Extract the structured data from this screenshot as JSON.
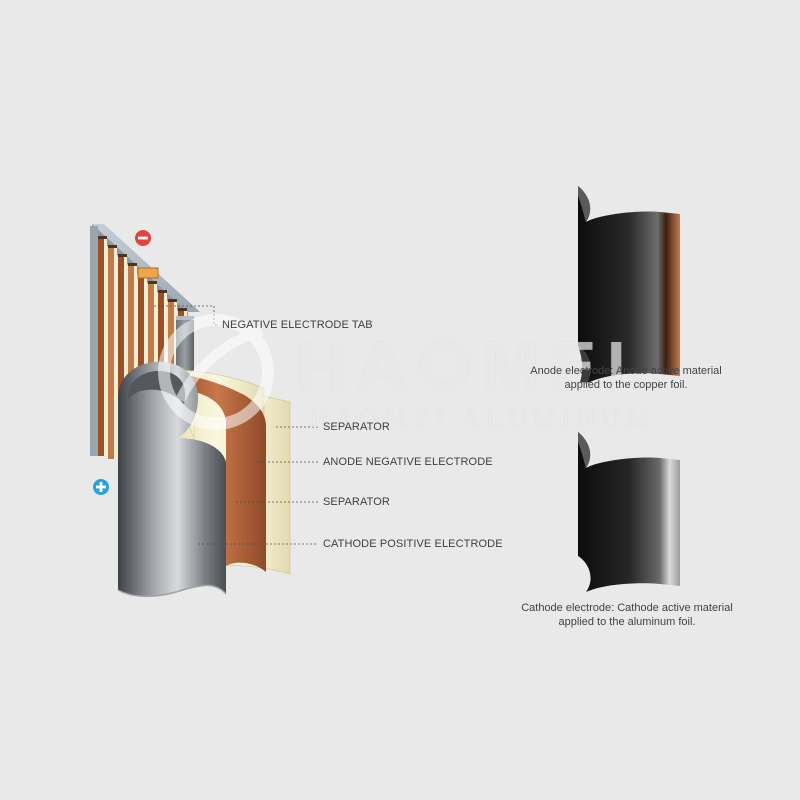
{
  "labels": {
    "negative_tab": "NEGATIVE ELECTRODE TAB",
    "separator_1": "SEPARATOR",
    "anode_negative": "ANODE NEGATIVE ELECTRODE",
    "separator_2": "SEPARATOR",
    "cathode_positive": "CATHODE POSITIVE ELECTRODE"
  },
  "captions": {
    "anode_line1": "Anode electrode: Anode active material",
    "anode_line2": "applied to the copper foil.",
    "cathode_line1": "Cathode electrode: Cathode active material",
    "cathode_line2": "applied to the aluminum foil."
  },
  "watermark": {
    "brand": "HAOMEI",
    "sub": "HAOMEI ALUMINUM"
  },
  "symbols": {
    "minus": "−",
    "plus": "+"
  },
  "colors": {
    "background": "#e9e9e9",
    "copper": "#b8683a",
    "separator": "#f2ecc8",
    "negative_badge": "#e0443c",
    "positive_badge": "#27a3dc"
  }
}
